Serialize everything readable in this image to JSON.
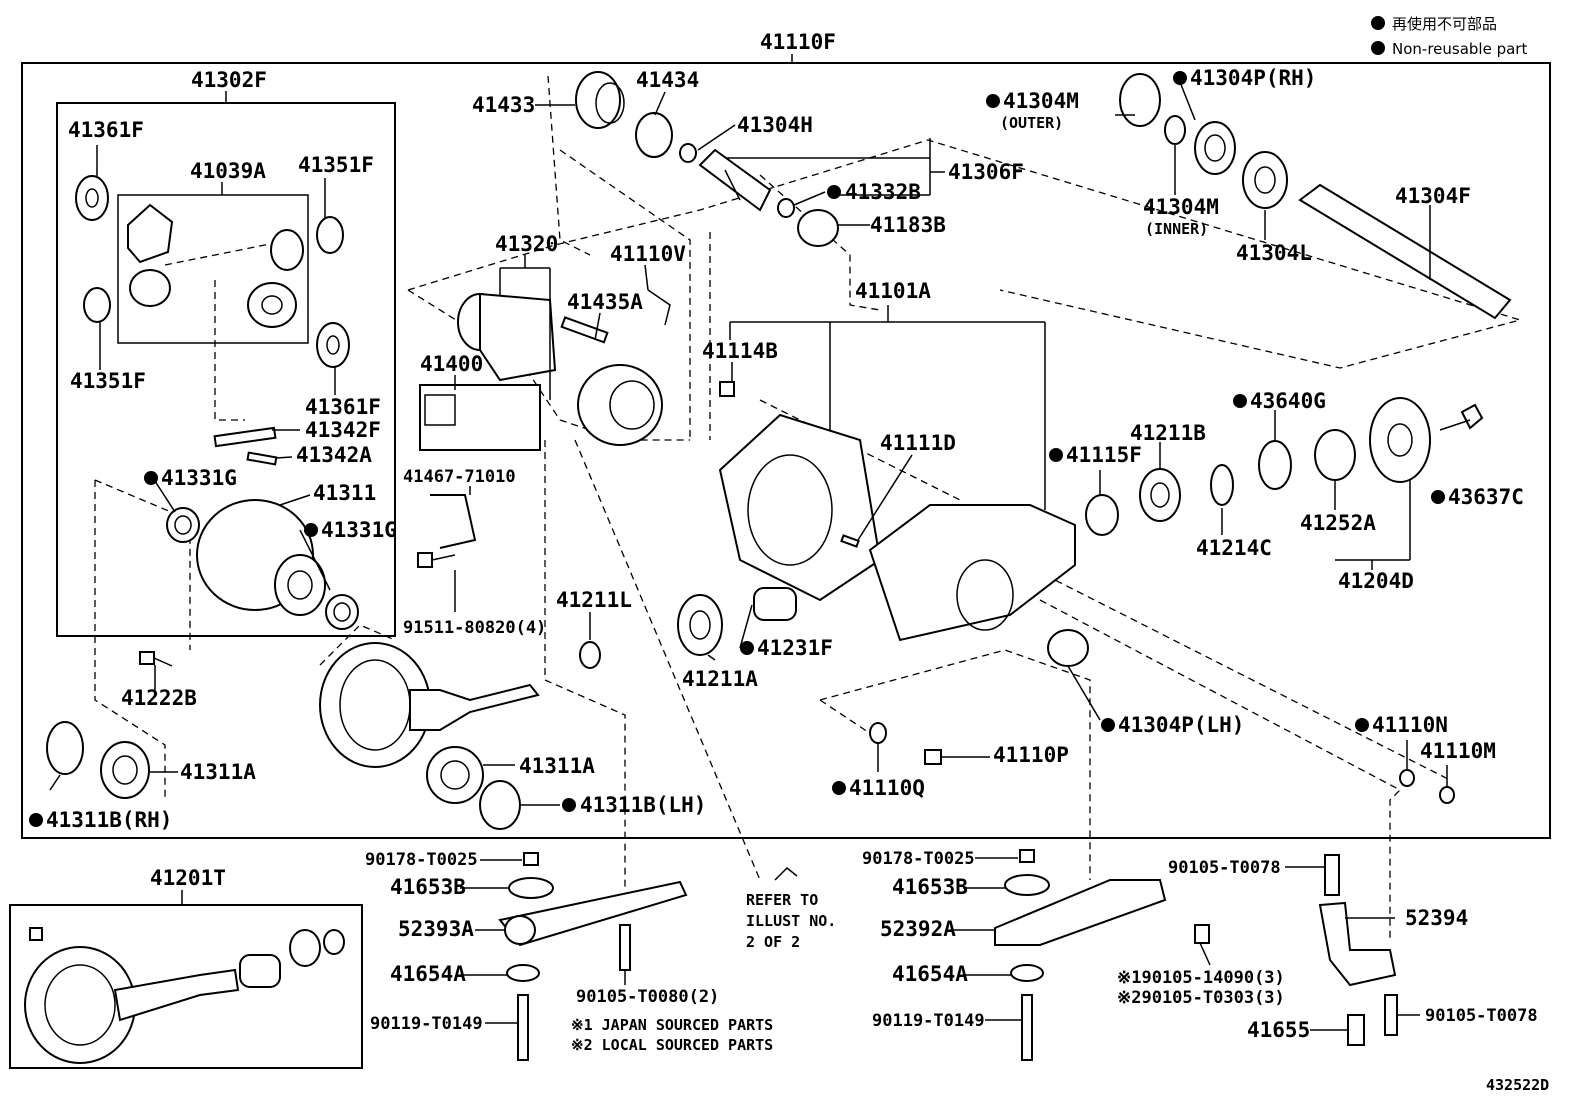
{
  "legend": {
    "dot_jp": "再使用不可部品",
    "dot_en": "Non-reusable part"
  },
  "diagram_id": "432522D",
  "assemblies": {
    "main": "41110F",
    "diff_case": "41302F",
    "ring_pinion": "41201T",
    "pinion_gear_set": "41039A",
    "extension_assy": "41306F",
    "carrier_sub": "41101A",
    "actuator_group": "41320",
    "flange_set": "41204D"
  },
  "parts": {
    "p41361F_top": "41361F",
    "p41351F_top": "41351F",
    "p41351F_bot": "41351F",
    "p41361F_bot": "41361F",
    "p41342F": "41342F",
    "p41342A": "41342A",
    "p41331G_l": "41331G",
    "p41311": "41311",
    "p41331G_r": "41331G",
    "p41222B": "41222B",
    "p41311A_l": "41311A",
    "p41311B_rh": "41311B(RH)",
    "p41311A_c": "41311A",
    "p41311B_lh": "41311B(LH)",
    "p41433": "41433",
    "p41434": "41434",
    "p41304H": "41304H",
    "p41332B": "41332B",
    "p41183B": "41183B",
    "p41110V": "41110V",
    "p41435A": "41435A",
    "p41400": "41400",
    "p41467": "41467-71010",
    "p91511": "91511-80820(4)",
    "p41211L": "41211L",
    "p41114B": "41114B",
    "p41111D": "41111D",
    "p41211A": "41211A",
    "p41231F": "41231F",
    "p41304M_outer": "41304M",
    "outer_note": "(OUTER)",
    "p41304M_inner": "41304M",
    "inner_note": "(INNER)",
    "p41304P_rh": "41304P(RH)",
    "p41304F": "41304F",
    "p41304L": "41304L",
    "p43640G": "43640G",
    "p41211B": "41211B",
    "p41115F": "41115F",
    "p41214C": "41214C",
    "p41252A": "41252A",
    "p43637C": "43637C",
    "p41304P_lh": "41304P(LH)",
    "p41110N": "41110N",
    "p41110M": "41110M",
    "p41110P": "41110P",
    "p41110Q": "41110Q"
  },
  "mounts": {
    "l_bolt_top": "90178-T0025",
    "l_cushion_top": "41653B",
    "l_bracket": "52393A",
    "l_cushion_bot": "41654A",
    "l_bolt_bot": "90119-T0149",
    "l_bolt_side": "90105-T0080(2)",
    "c_bolt_top": "90178-T0025",
    "c_cushion_top": "41653B",
    "c_bracket": "52392A",
    "c_cushion_bot": "41654A",
    "c_bolt_bot": "90119-T0149",
    "c_bolt_jp": "※190105-14090(3)",
    "c_bolt_local": "※290105-T0303(3)",
    "r_bolt_top": "90105-T0078",
    "r_bracket": "52394",
    "r_bolt_bot": "90105-T0078",
    "r_stopper": "41655"
  },
  "notes": {
    "refer_1": "REFER TO",
    "refer_2": "ILLUST NO.",
    "refer_3": "2 OF 2",
    "sourced_jp": "※1 JAPAN SOURCED PARTS",
    "sourced_local": "※2 LOCAL SOURCED PARTS"
  }
}
